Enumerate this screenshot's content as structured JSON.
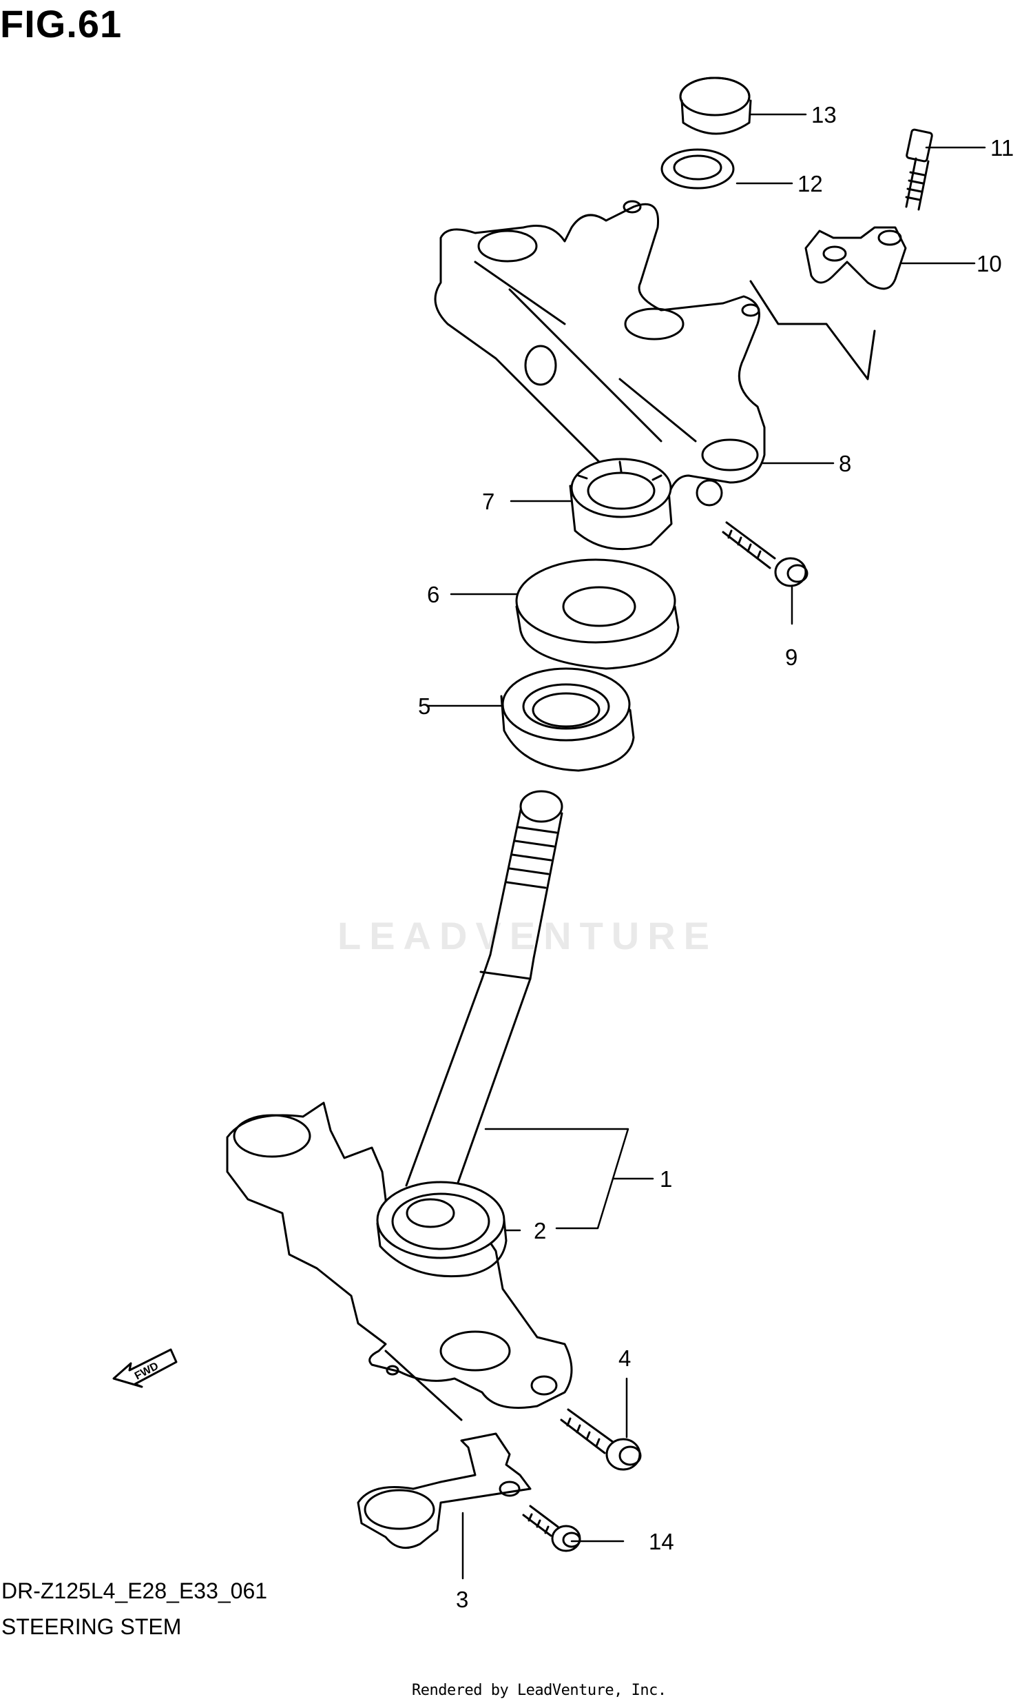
{
  "figure": {
    "title": "FIG.61"
  },
  "diagram": {
    "callouts": [
      "1",
      "2",
      "3",
      "4",
      "5",
      "6",
      "7",
      "8",
      "9",
      "10",
      "11",
      "12",
      "13",
      "14"
    ]
  },
  "footer": {
    "model_code": "DR-Z125L4_E28_E33_061",
    "section_name": "STEERING STEM",
    "credit": "Rendered by LeadVenture, Inc."
  },
  "watermark": {
    "text": "LEADVENTURE"
  }
}
